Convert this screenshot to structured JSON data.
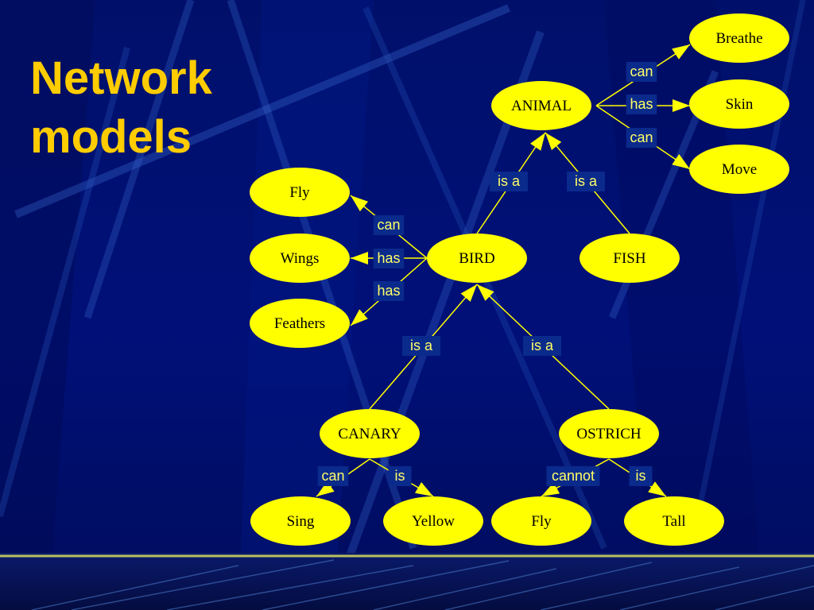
{
  "slide": {
    "title_line1": "Network",
    "title_line2": "models",
    "colors": {
      "background": "#001078",
      "title": "#ffcc00",
      "node_fill": "#ffff00",
      "link": "#ffff00",
      "relation_label": "#ffff66",
      "relation_box": "#0a2a8c"
    }
  },
  "nodes": [
    {
      "id": "animal",
      "label": "ANIMAL"
    },
    {
      "id": "breathe",
      "label": "Breathe"
    },
    {
      "id": "skin",
      "label": "Skin"
    },
    {
      "id": "move",
      "label": "Move"
    },
    {
      "id": "bird",
      "label": "BIRD"
    },
    {
      "id": "fish",
      "label": "FISH"
    },
    {
      "id": "fly1",
      "label": "Fly"
    },
    {
      "id": "wings",
      "label": "Wings"
    },
    {
      "id": "feathers",
      "label": "Feathers"
    },
    {
      "id": "canary",
      "label": "CANARY"
    },
    {
      "id": "ostrich",
      "label": "OSTRICH"
    },
    {
      "id": "sing",
      "label": "Sing"
    },
    {
      "id": "yellow",
      "label": "Yellow"
    },
    {
      "id": "fly2",
      "label": "Fly"
    },
    {
      "id": "tall",
      "label": "Tall"
    }
  ],
  "edges": [
    {
      "from": "animal",
      "to": "breathe",
      "label": "can"
    },
    {
      "from": "animal",
      "to": "skin",
      "label": "has"
    },
    {
      "from": "animal",
      "to": "move",
      "label": "can"
    },
    {
      "from": "bird",
      "to": "animal",
      "label": "is a"
    },
    {
      "from": "fish",
      "to": "animal",
      "label": "is a"
    },
    {
      "from": "bird",
      "to": "fly1",
      "label": "can"
    },
    {
      "from": "bird",
      "to": "wings",
      "label": "has"
    },
    {
      "from": "bird",
      "to": "feathers",
      "label": "has"
    },
    {
      "from": "canary",
      "to": "bird",
      "label": "is a"
    },
    {
      "from": "ostrich",
      "to": "bird",
      "label": "is a"
    },
    {
      "from": "canary",
      "to": "sing",
      "label": "can"
    },
    {
      "from": "canary",
      "to": "yellow",
      "label": "is"
    },
    {
      "from": "ostrich",
      "to": "fly2",
      "label": "cannot"
    },
    {
      "from": "ostrich",
      "to": "tall",
      "label": "is"
    }
  ]
}
